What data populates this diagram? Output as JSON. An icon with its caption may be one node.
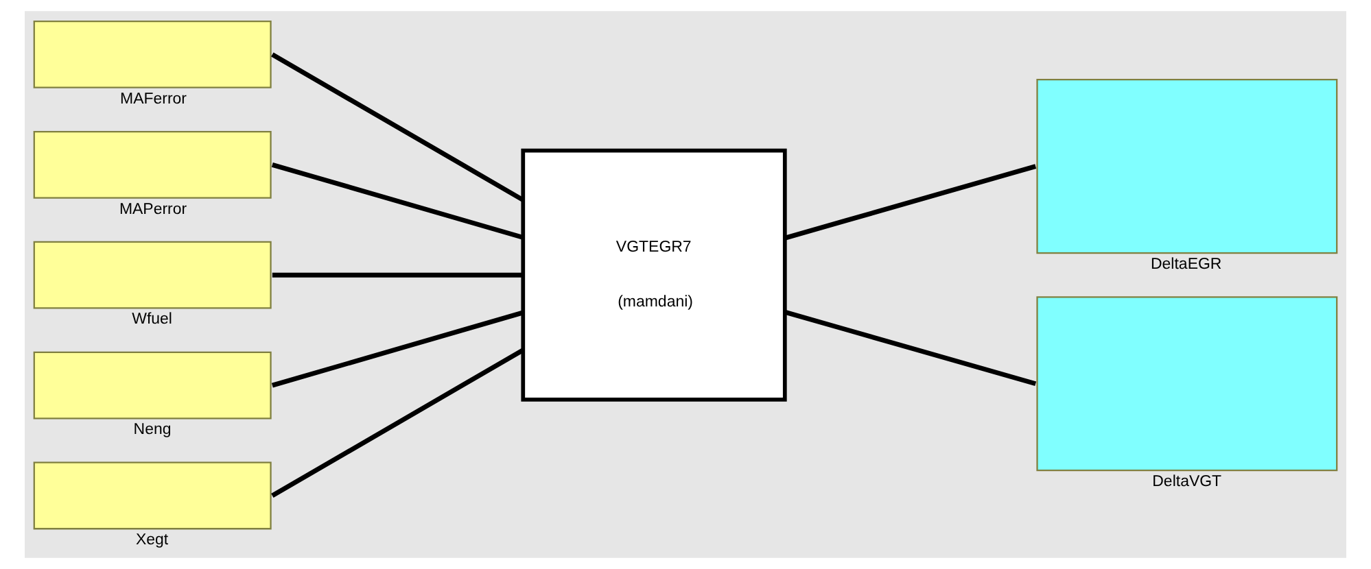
{
  "diagram": {
    "nodes": [
      {
        "text": [
          "MAFerror"
        ]
      },
      {
        "text": [
          "MAPerror"
        ]
      },
      {
        "text": [
          "Wfuel"
        ]
      },
      {
        "text": [
          "Neng"
        ]
      },
      {
        "text": [
          "Xegt"
        ]
      },
      {
        "text": [
          "VGTEGR7",
          "(mamdani)"
        ]
      },
      {
        "text": [
          "DeltaEGR"
        ]
      },
      {
        "text": [
          "DeltaVGT"
        ]
      }
    ],
    "edges": [
      {
        "from": 0,
        "to": 5,
        "arrow": "none"
      },
      {
        "from": 1,
        "to": 5,
        "arrow": "none"
      },
      {
        "from": 2,
        "to": 5,
        "arrow": "none"
      },
      {
        "from": 3,
        "to": 5,
        "arrow": "none"
      },
      {
        "from": 4,
        "to": 5,
        "arrow": "none"
      },
      {
        "from": 5,
        "to": 6,
        "arrow": "none"
      },
      {
        "from": 5,
        "to": 7,
        "arrow": "none"
      }
    ]
  }
}
